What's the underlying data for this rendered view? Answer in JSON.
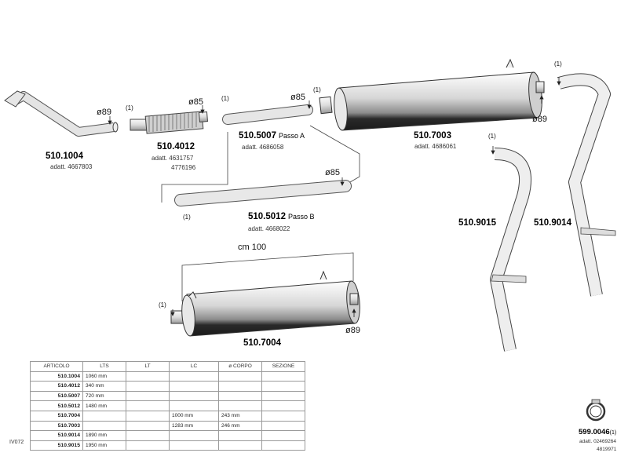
{
  "parts": [
    {
      "code": "510.1004",
      "adapt": [
        "adatt. 4667803"
      ]
    },
    {
      "code": "510.4012",
      "adapt": [
        "adatt. 4631757",
        "4776196"
      ]
    },
    {
      "code": "510.5007",
      "suffix": "Passo A",
      "adapt": [
        "adatt. 4686058"
      ]
    },
    {
      "code": "510.5012",
      "suffix": "Passo B",
      "adapt": [
        "adatt. 4668022"
      ]
    },
    {
      "code": "510.7003",
      "adapt": [
        "adatt. 4686061"
      ]
    },
    {
      "code": "510.7004",
      "adapt": []
    },
    {
      "code": "510.9015",
      "adapt": []
    },
    {
      "code": "510.9014",
      "adapt": []
    },
    {
      "code": "599.0046",
      "suffix": "(1)",
      "adapt": [
        "adatt. 02469264",
        "4819971"
      ]
    }
  ],
  "dims": {
    "d89": "ø89",
    "d85": "ø85",
    "note": "(1)",
    "cm": "cm  100"
  },
  "table": {
    "headers": [
      "ARTICOLO",
      "LTS",
      "LT",
      "LC",
      "ø CORPO",
      "SEZIONE"
    ],
    "rows": [
      [
        "510.1004",
        "1060 mm",
        "",
        "",
        "",
        ""
      ],
      [
        "510.4012",
        "340 mm",
        "",
        "",
        "",
        ""
      ],
      [
        "510.5007",
        "720 mm",
        "",
        "",
        "",
        ""
      ],
      [
        "510.5012",
        "1480 mm",
        "",
        "",
        "",
        ""
      ],
      [
        "510.7004",
        "",
        "",
        "1000 mm",
        "243 mm",
        ""
      ],
      [
        "510.7003",
        "",
        "",
        "1283 mm",
        "246 mm",
        ""
      ],
      [
        "510.9014",
        "1890 mm",
        "",
        "",
        "",
        ""
      ],
      [
        "510.9015",
        "1950 mm",
        "",
        "",
        "",
        ""
      ]
    ]
  },
  "ref_code": "IV072"
}
